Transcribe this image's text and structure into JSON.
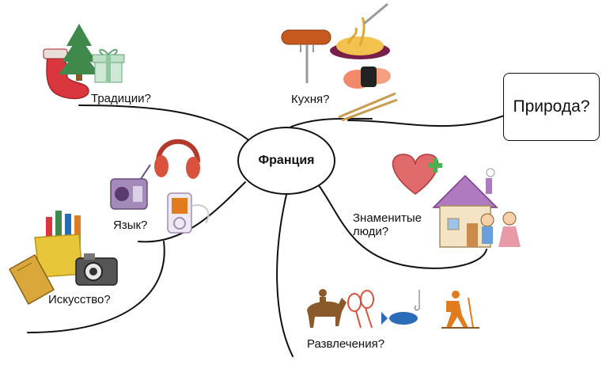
{
  "center": {
    "label": "Франция"
  },
  "branches": {
    "traditions": "Традиции?",
    "cuisine": "Кухня?",
    "nature": "Природа?",
    "language": "Язык?",
    "famous_line1": "Знаменитые",
    "famous_line2": "люди?",
    "art": "Искусство?",
    "entertainment": "Развлечения?"
  },
  "colors": {
    "line": "#111111",
    "red": "#d9363e",
    "green": "#3f8a4a",
    "brown": "#8b5a2b",
    "orange": "#e07b1e",
    "blue": "#2a6bb8",
    "purple": "#7a3a8a",
    "pink": "#e89aa6"
  },
  "icons": [
    "stocking-icon",
    "tree-icon",
    "gift-icon",
    "sausage-fork-icon",
    "spaghetti-icon",
    "sushi-icon",
    "chopsticks-icon",
    "radio-icon",
    "headphones-icon",
    "mp3-player-icon",
    "pencil-box-icon",
    "book-icon",
    "camera-icon",
    "heart-icon",
    "house-icon",
    "children-icon",
    "horse-rider-icon",
    "rackets-icon",
    "fish-icon",
    "hiker-icon"
  ]
}
